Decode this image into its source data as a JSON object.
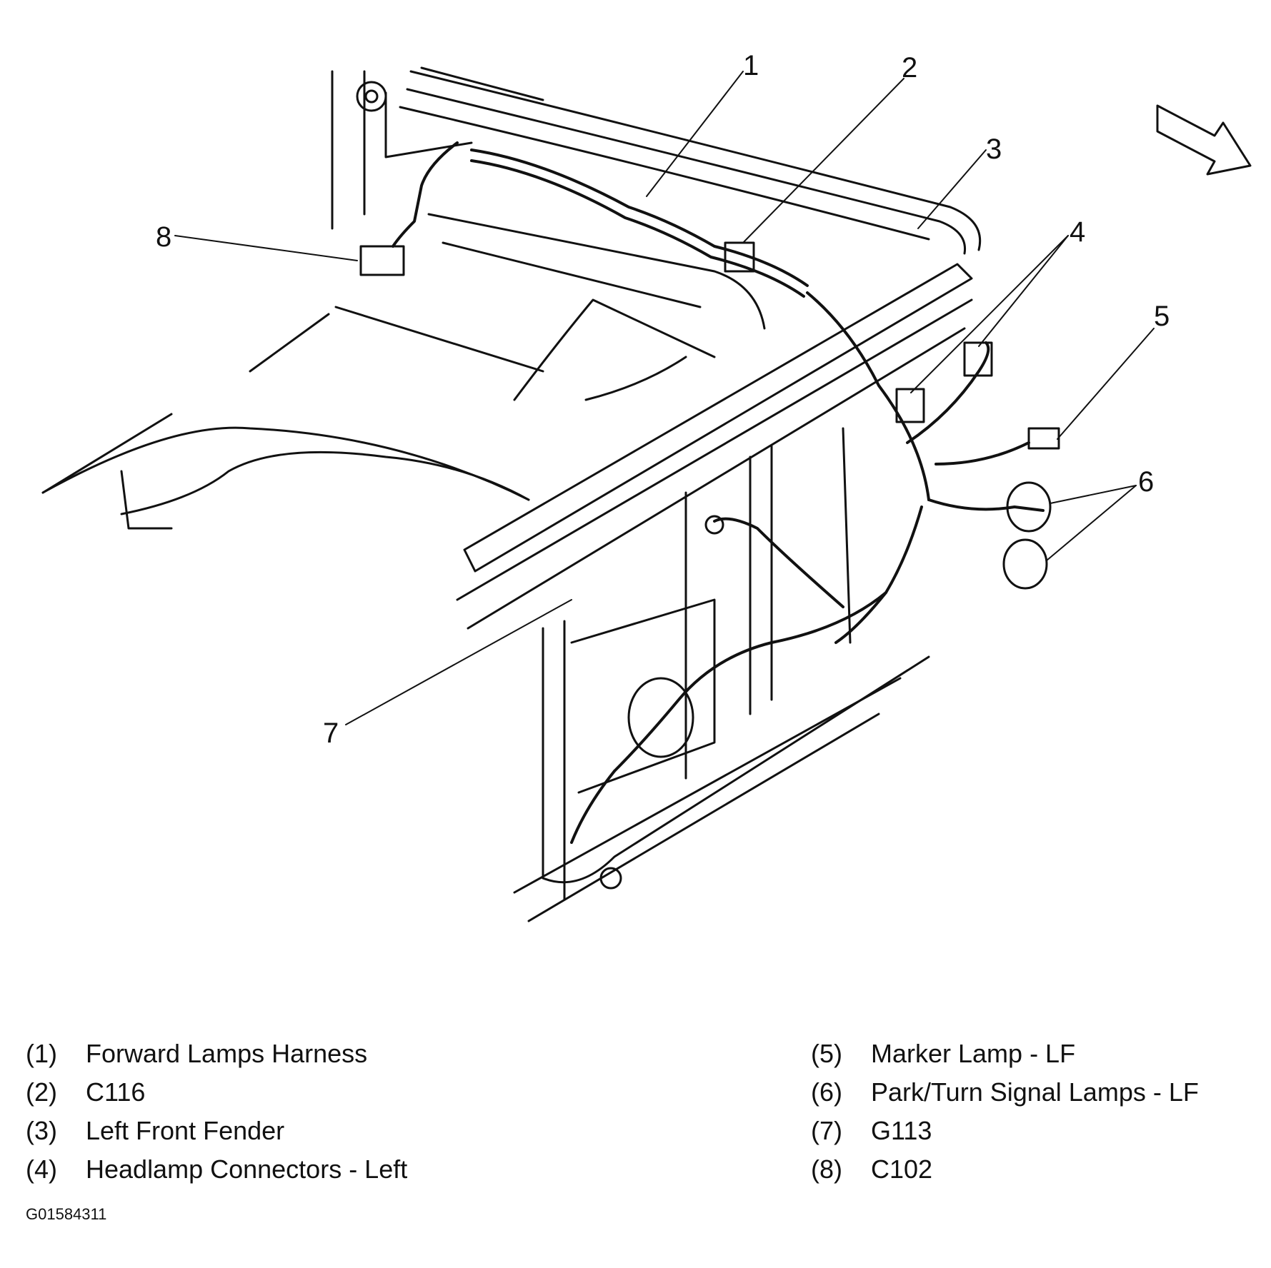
{
  "callouts": [
    "1",
    "2",
    "3",
    "4",
    "5",
    "6",
    "7",
    "8"
  ],
  "legend": [
    {
      "num": "(1)",
      "desc": "Forward Lamps Harness"
    },
    {
      "num": "(2)",
      "desc": "C116"
    },
    {
      "num": "(3)",
      "desc": "Left Front Fender"
    },
    {
      "num": "(4)",
      "desc": "Headlamp Connectors - Left"
    },
    {
      "num": "(5)",
      "desc": "Marker Lamp - LF"
    },
    {
      "num": "(6)",
      "desc": "Park/Turn Signal Lamps - LF"
    },
    {
      "num": "(7)",
      "desc": "G113"
    },
    {
      "num": "(8)",
      "desc": "C102"
    }
  ],
  "figure_id": "G01584311"
}
